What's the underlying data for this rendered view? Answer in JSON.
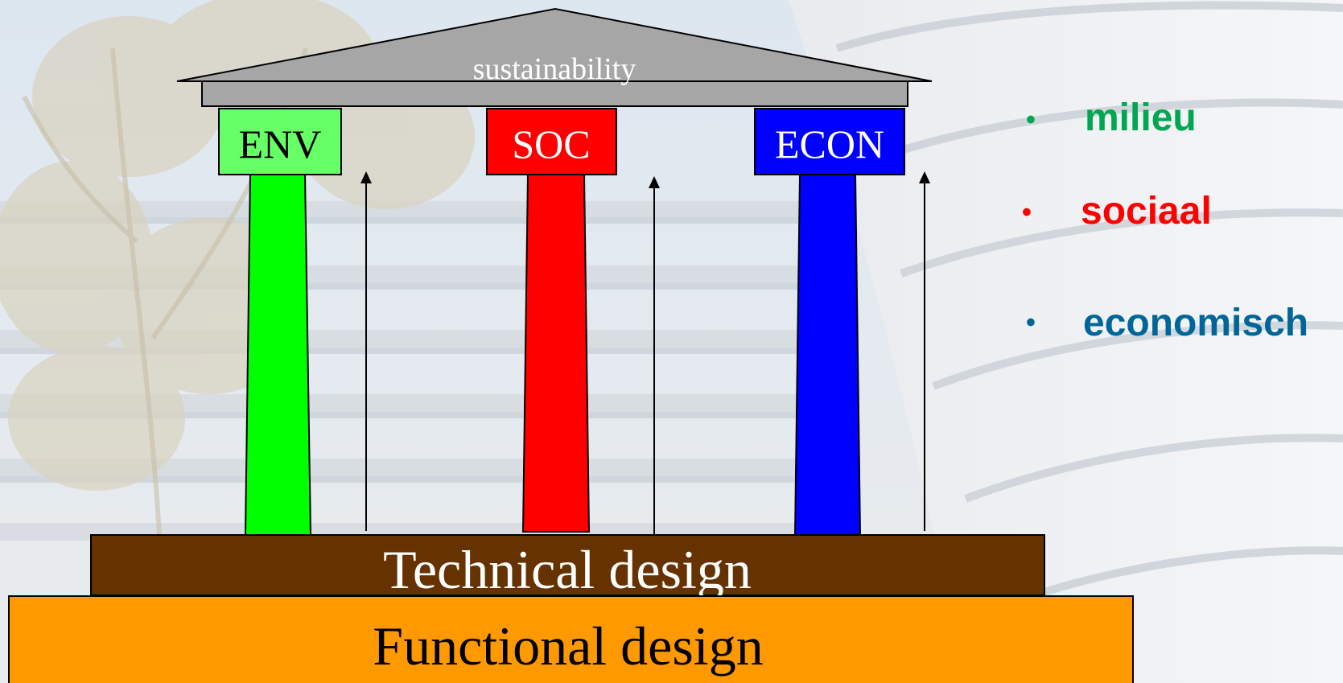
{
  "roof": {
    "label": "sustainability"
  },
  "pillars": [
    {
      "label": "ENV",
      "capital_color": "#66ff66",
      "shaft_color": "#00ff00",
      "text_color": "#000000"
    },
    {
      "label": "SOC",
      "capital_color": "#ff0000",
      "shaft_color": "#ff0000",
      "text_color": "#ffffff"
    },
    {
      "label": "ECON",
      "capital_color": "#0000ff",
      "shaft_color": "#0000ff",
      "text_color": "#ffffff"
    }
  ],
  "technical": {
    "label": "Technical design",
    "color": "#663300"
  },
  "functional": {
    "label": "Functional design",
    "color": "#ff9900"
  },
  "legend": {
    "items": [
      {
        "label": "milieu",
        "color": "#00a651"
      },
      {
        "label": "sociaal",
        "color": "#ff0000"
      },
      {
        "label": "economisch",
        "color": "#006699"
      }
    ]
  }
}
